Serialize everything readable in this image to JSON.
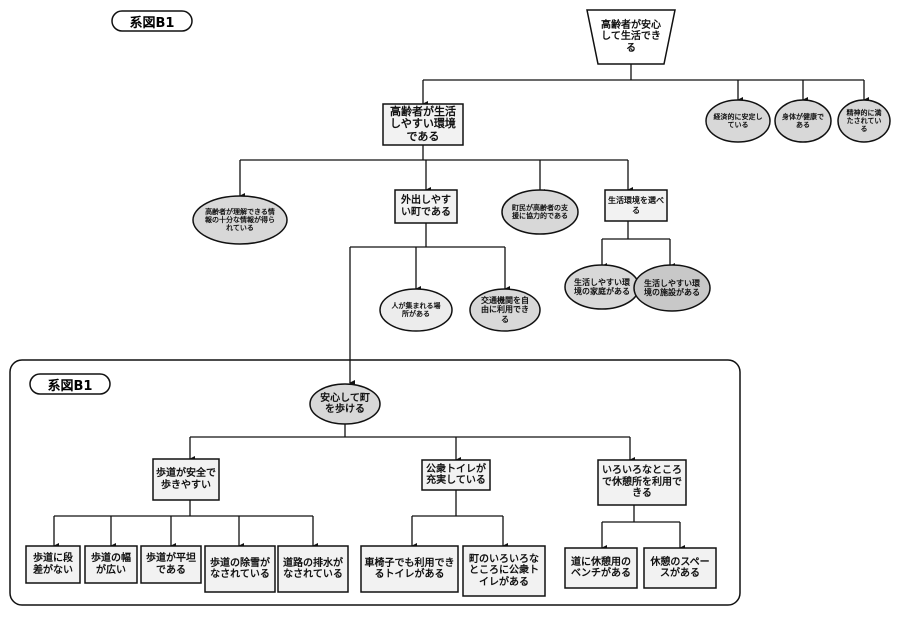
{
  "tags": {
    "top": "系図B1",
    "box": "系図B1"
  },
  "nodes": {
    "root": "高齢者が安心して生活できる",
    "a1": "高齢者が生活しやすい環境である",
    "a2": "経済的に安定している",
    "a3": "身体が健康である",
    "a4": "精神的に満たされている",
    "b1": "高齢者が理解できる情報の十分な情報が得られている",
    "b2": "外出しやすい町である",
    "b3": "町民が高齢者の支援に協力的である",
    "b4": "生活環境を選べる",
    "c1": "人が集まれる場所がある",
    "c2": "交通機関を自由に利用できる",
    "d1": "生活しやすい環境の家庭がある",
    "d2": "生活しやすい環境の施設がある",
    "e0": "安心して町を歩ける",
    "f1": "歩道が安全で歩きやすい",
    "f2": "公衆トイレが充実している",
    "f3": "いろいろなところで休憩所を利用できる",
    "g1": "歩道に段差がない",
    "g2": "歩道の幅が広い",
    "g3": "歩道が平坦である",
    "g4": "歩道の除雪がなされている",
    "g5": "道路の排水がなされている",
    "g6": "車椅子でも利用できるトイレがある",
    "g7": "町のいろいろなところに公衆トイレがある",
    "g8": "道に休憩用のベンチがある",
    "g9": "休憩のスペースがある"
  }
}
